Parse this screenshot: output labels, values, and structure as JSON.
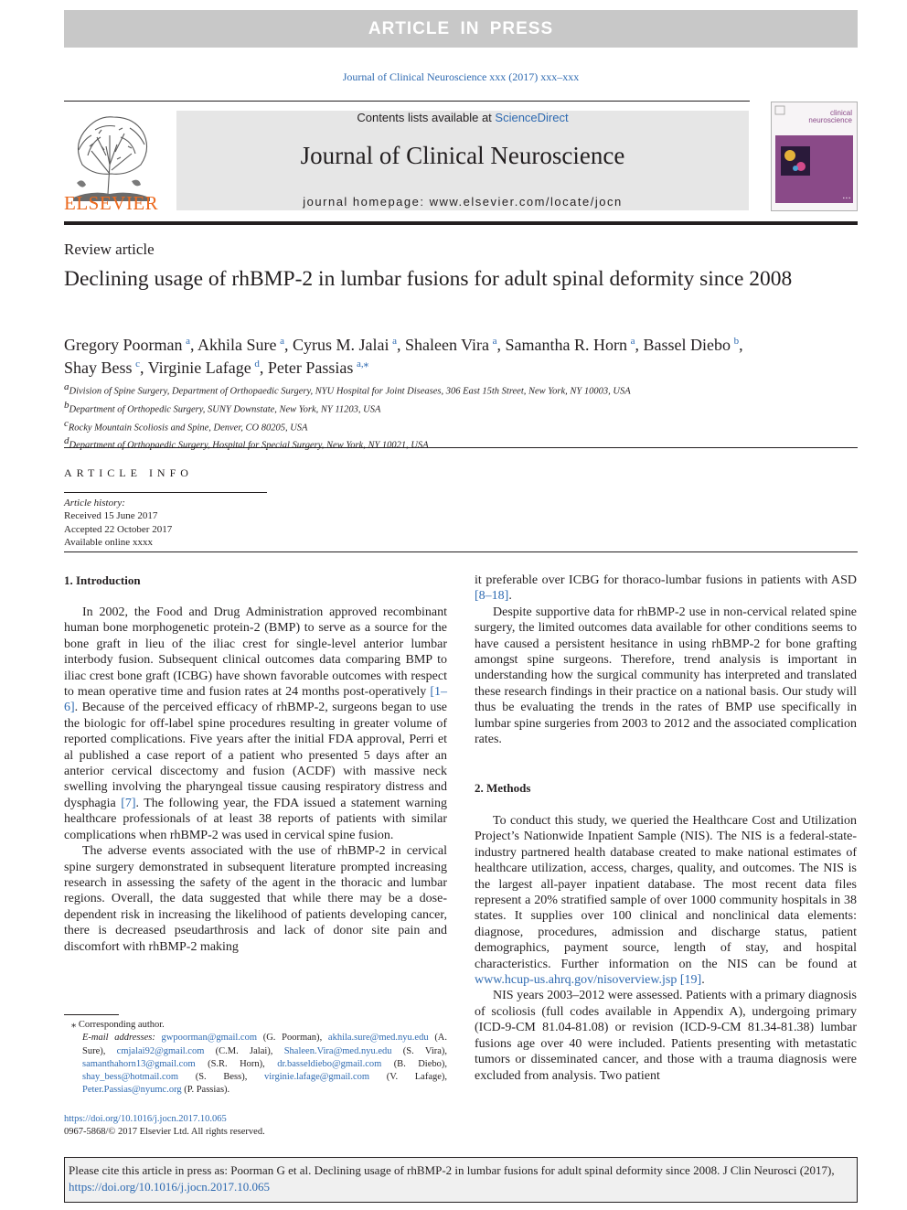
{
  "banner": "ARTICLE IN PRESS",
  "journal_ref": "Journal of Clinical Neuroscience xxx (2017) xxx–xxx",
  "masthead": {
    "publisher": "ELSEVIER",
    "contents_prefix": "Contents lists available at ",
    "contents_link": "ScienceDirect",
    "journal_title": "Journal of Clinical Neuroscience",
    "homepage_prefix": "journal homepage: ",
    "homepage_url": "www.elsevier.com/locate/jocn",
    "cover_brand_1": "clinical",
    "cover_brand_2": "neuroscience"
  },
  "article_type": "Review article",
  "title": "Declining usage of rhBMP-2 in lumbar fusions for adult spinal deformity since 2008",
  "authors": [
    {
      "name": "Gregory Poorman",
      "aff": "a"
    },
    {
      "name": "Akhila Sure",
      "aff": "a"
    },
    {
      "name": "Cyrus M. Jalai",
      "aff": "a"
    },
    {
      "name": "Shaleen Vira",
      "aff": "a"
    },
    {
      "name": "Samantha R. Horn",
      "aff": "a"
    },
    {
      "name": "Bassel Diebo",
      "aff": "b"
    },
    {
      "name": "Shay Bess",
      "aff": "c"
    },
    {
      "name": "Virginie Lafage",
      "aff": "d"
    },
    {
      "name": "Peter Passias",
      "aff": "a,⁎"
    }
  ],
  "affiliations": [
    {
      "key": "a",
      "text": "Division of Spine Surgery, Department of Orthopaedic Surgery, NYU Hospital for Joint Diseases, 306 East 15th Street, New York, NY 10003, USA"
    },
    {
      "key": "b",
      "text": "Department of Orthopedic Surgery, SUNY Downstate, New York, NY 11203, USA"
    },
    {
      "key": "c",
      "text": "Rocky Mountain Scoliosis and Spine, Denver, CO 80205, USA"
    },
    {
      "key": "d",
      "text": "Department of Orthopaedic Surgery, Hospital for Special Surgery, New York, NY 10021, USA"
    }
  ],
  "article_info": {
    "heading": "ARTICLE INFO",
    "history_label": "Article history:",
    "received": "Received 15 June 2017",
    "accepted": "Accepted 22 October 2017",
    "online": "Available online xxxx"
  },
  "intro": {
    "heading": "1. Introduction",
    "p1_a": "In 2002, the Food and Drug Administration approved recombinant human bone morphogenetic protein-2 (BMP) to serve as a source for the bone graft in lieu of the iliac crest for single-level anterior lumbar interbody fusion. Subsequent clinical outcomes data comparing BMP to iliac crest bone graft (ICBG) have shown favorable outcomes with respect to mean operative time and fusion rates at 24 months post-operatively ",
    "p1_ref1": "[1–6]",
    "p1_b": ". Because of the perceived efficacy of rhBMP-2, surgeons began to use the biologic for off-label spine procedures resulting in greater volume of reported complications. Five years after the initial FDA approval, Perri et al published a case report of a patient who presented 5 days after an anterior cervical discectomy and fusion (ACDF) with massive neck swelling involving the pharyngeal tissue causing respiratory distress and dysphagia ",
    "p1_ref2": "[7]",
    "p1_c": ". The following year, the FDA issued a statement warning healthcare professionals of at least 38 reports of patients with similar complications when rhBMP-2 was used in cervical spine fusion.",
    "p2": "The adverse events associated with the use of rhBMP-2 in cervical spine surgery demonstrated in subsequent literature prompted increasing research in assessing the safety of the agent in the thoracic and lumbar regions. Overall, the data suggested that while there may be a dose-dependent risk in increasing the likelihood of patients developing cancer, there is decreased pseudarthrosis and lack of donor site pain and discomfort with rhBMP-2 making",
    "p2_cont_a": "it preferable over ICBG for thoraco-lumbar fusions in patients with ASD ",
    "p2_cont_ref": "[8–18]",
    "p2_cont_b": ".",
    "p3": "Despite supportive data for rhBMP-2 use in non-cervical related spine surgery, the limited outcomes data available for other conditions seems to have caused a persistent hesitance in using rhBMP-2 for bone grafting amongst spine surgeons. Therefore, trend analysis is important in understanding how the surgical community has interpreted and translated these research findings in their practice on a national basis. Our study will thus be evaluating the trends in the rates of BMP use specifically in lumbar spine surgeries from 2003 to 2012 and the associated complication rates."
  },
  "methods": {
    "heading": "2. Methods",
    "p1_a": "To conduct this study, we queried the Healthcare Cost and Utilization Project’s Nationwide Inpatient Sample (NIS). The NIS is a federal-state-industry partnered health database created to make national estimates of healthcare utilization, access, charges, quality, and outcomes. The NIS is the largest all-payer inpatient database. The most recent data files represent a 20% stratified sample of over 1000 community hospitals in 38 states. It supplies over 100 clinical and nonclinical data elements: diagnose, procedures, admission and discharge status, patient demographics, payment source, length of stay, and hospital characteristics. Further information on the NIS can be found at ",
    "p1_link": "www.hcup-us.ahrq.gov/nisoverview.jsp",
    "p1_ref": "[19]",
    "p1_b": ".",
    "p2": "NIS years 2003–2012 were assessed. Patients with a primary diagnosis of scoliosis (full codes available in Appendix A), undergoing primary (ICD-9-CM 81.04-81.08) or revision (ICD-9-CM 81.34-81.38) lumbar fusions age over 40 were included. Patients presenting with metastatic tumors or disseminated cancer, and those with a trauma diagnosis were excluded from analysis. Two patient"
  },
  "footnote": {
    "corresponding": "⁎ Corresponding author.",
    "email_label": "E-mail addresses:",
    "emails": [
      {
        "addr": "gwpoorman@gmail.com",
        "who": "(G. Poorman)"
      },
      {
        "addr": "akhila.sure@med.nyu.edu",
        "who": "(A. Sure)"
      },
      {
        "addr": "cmjalai92@gmail.com",
        "who": "(C.M. Jalai)"
      },
      {
        "addr": "Shaleen.Vira@med.nyu.edu",
        "who": "(S. Vira)"
      },
      {
        "addr": "samanthahorn13@gmail.com",
        "who": "(S.R. Horn)"
      },
      {
        "addr": "dr.basseldiebo@gmail.com",
        "who": "(B. Diebo)"
      },
      {
        "addr": "shay_bess@hotmail.com",
        "who": "(S. Bess)"
      },
      {
        "addr": "virginie.lafage@gmail.com",
        "who": "(V. Lafage)"
      },
      {
        "addr": "Peter.Passias@nyumc.org",
        "who": "(P. Passias)."
      }
    ]
  },
  "doi": {
    "url": "https://doi.org/10.1016/j.jocn.2017.10.065",
    "copyright": "0967-5868/© 2017 Elsevier Ltd. All rights reserved."
  },
  "citation": {
    "text": "Please cite this article in press as: Poorman G et al. Declining usage of rhBMP-2 in lumbar fusions for adult spinal deformity since 2008. J Clin Neurosci (2017), ",
    "link": "https://doi.org/10.1016/j.jocn.2017.10.065"
  },
  "colors": {
    "link": "#2e6ab1",
    "elsevier_orange": "#ec6a1f",
    "banner_gray": "#c8c8c8",
    "cover_purple": "#8a4a88"
  }
}
